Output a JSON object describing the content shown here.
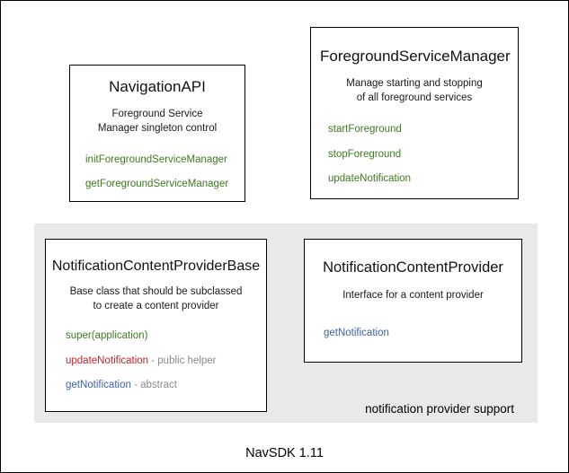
{
  "diagram": {
    "footer_label": "NavSDK 1.11",
    "group": {
      "label": "notification provider support"
    },
    "colors": {
      "green": "#3d7a1f",
      "red": "#c42222",
      "blue": "#3b62ad",
      "note_gray": "#8a8a8a",
      "panel_gray": "#e9e9e9",
      "border": "#000000"
    },
    "boxes": [
      {
        "id": "navigation-api",
        "title": "NavigationAPI",
        "description": "Foreground Service\nManager singleton control",
        "members": [
          {
            "name": "initForegroundServiceManager",
            "color": "green",
            "note": ""
          },
          {
            "name": "getForegroundServiceManager",
            "color": "green",
            "note": ""
          }
        ]
      },
      {
        "id": "foreground-service-manager",
        "title": "ForegroundServiceManager",
        "description": "Manage starting and stopping\nof all foreground services",
        "members": [
          {
            "name": "startForeground",
            "color": "green",
            "note": ""
          },
          {
            "name": "stopForeground",
            "color": "green",
            "note": ""
          },
          {
            "name": "updateNotification",
            "color": "green",
            "note": ""
          }
        ]
      },
      {
        "id": "notification-content-provider-base",
        "title": "NotificationContentProviderBase",
        "description": "Base class that should be subclassed\nto create a content provider",
        "members": [
          {
            "name": "super(application)",
            "color": "green",
            "note": ""
          },
          {
            "name": "updateNotification",
            "color": "red",
            "note": " - public helper"
          },
          {
            "name": "getNotification",
            "color": "blue",
            "note": " - abstract"
          }
        ]
      },
      {
        "id": "notification-content-provider",
        "title": "NotificationContentProvider",
        "description": "Interface for a content provider",
        "members": [
          {
            "name": "getNotification",
            "color": "blue",
            "note": ""
          }
        ]
      }
    ]
  }
}
